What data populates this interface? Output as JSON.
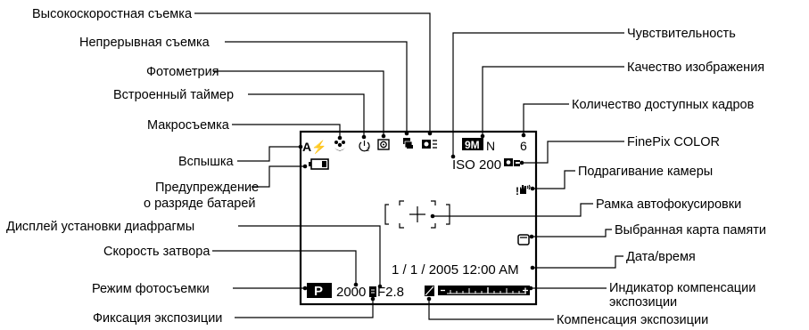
{
  "labels": {
    "high_speed": "Высокоскоростная съемка",
    "continuous": "Непрерывная съемка",
    "metering": "Фотометрия",
    "self_timer": "Встроенный таймер",
    "macro": "Макросъемка",
    "flash": "Вспышка",
    "battery_warning_1": "Предупреждение",
    "battery_warning_2": "о разряде батарей",
    "aperture_display": "Дисплей установки диафрагмы",
    "shutter_speed": "Скорость затвора",
    "shooting_mode": "Режим фотосъемки",
    "ae_lock": "Фиксация экспозиции",
    "sensitivity": "Чувствительность",
    "image_quality": "Качество изображения",
    "frames_available": "Количество доступных кадров",
    "finepix_color": "FinePix COLOR",
    "camera_shake": "Подрагивание камеры",
    "af_frame": "Рамка автофокусировки",
    "memory_card": "Выбранная карта памяти",
    "date_time": "Дата/время",
    "exp_comp_indicator_1": "Индикатор компенсации",
    "exp_comp_indicator_2": "экспозиции",
    "exp_comp": "Компенсация экспозиции"
  },
  "screen": {
    "flash_symbol": "A⚡",
    "quality_badge": "9M",
    "quality_letter": "N",
    "frames_count": "6",
    "iso": "ISO 200",
    "datetime": "1 /  1 / 2005 12:00 AM",
    "shutter": "2000",
    "aperture": "F2.8",
    "mode": "P",
    "shake_symbol": "!"
  },
  "icons": [
    "macro-icon",
    "self-timer-icon",
    "metering-icon",
    "continuous-icon",
    "high-speed-icon",
    "battery-icon",
    "finepix-color-icon",
    "camera-shake-icon",
    "af-frame-icon",
    "memory-card-icon",
    "ae-lock-icon",
    "exp-comp-icon",
    "exp-comp-scale-icon"
  ]
}
